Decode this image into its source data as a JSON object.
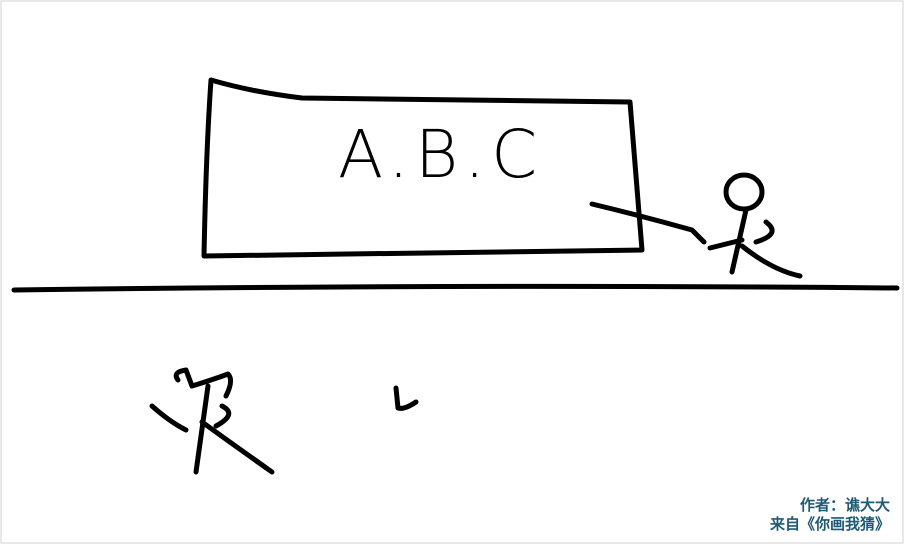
{
  "drawing": {
    "board_text": "A.B.C",
    "ink_color": "#000000",
    "background_color": "#ffffff"
  },
  "credits": {
    "author_line": "作者：谯大大",
    "source_line": "来自《你画我猜》",
    "color": "#1e5a74"
  }
}
